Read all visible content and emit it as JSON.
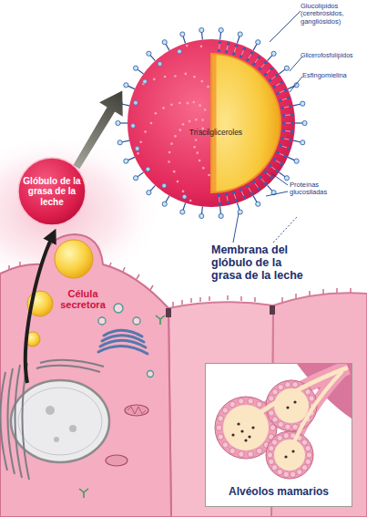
{
  "diagram": {
    "nodes": [
      {
        "text": [
          "Glóbulo de la grasa de la leche"
        ]
      },
      {
        "text": [
          "Triacilgliceroles"
        ]
      },
      {
        "text": [
          "Alvéolos mamarios"
        ]
      }
    ],
    "edges": [
      {
        "from": 0,
        "to": 1,
        "arrow": "to"
      }
    ],
    "labels": [
      "Glucolípidos (cerebrósidos, gangliósidos)",
      "Glicerofosfolípidos",
      "Esfingomielina",
      "Proteínas glucosiladas",
      "Membrana del glóbulo de la grasa de la leche",
      "Célula secretora"
    ]
  }
}
